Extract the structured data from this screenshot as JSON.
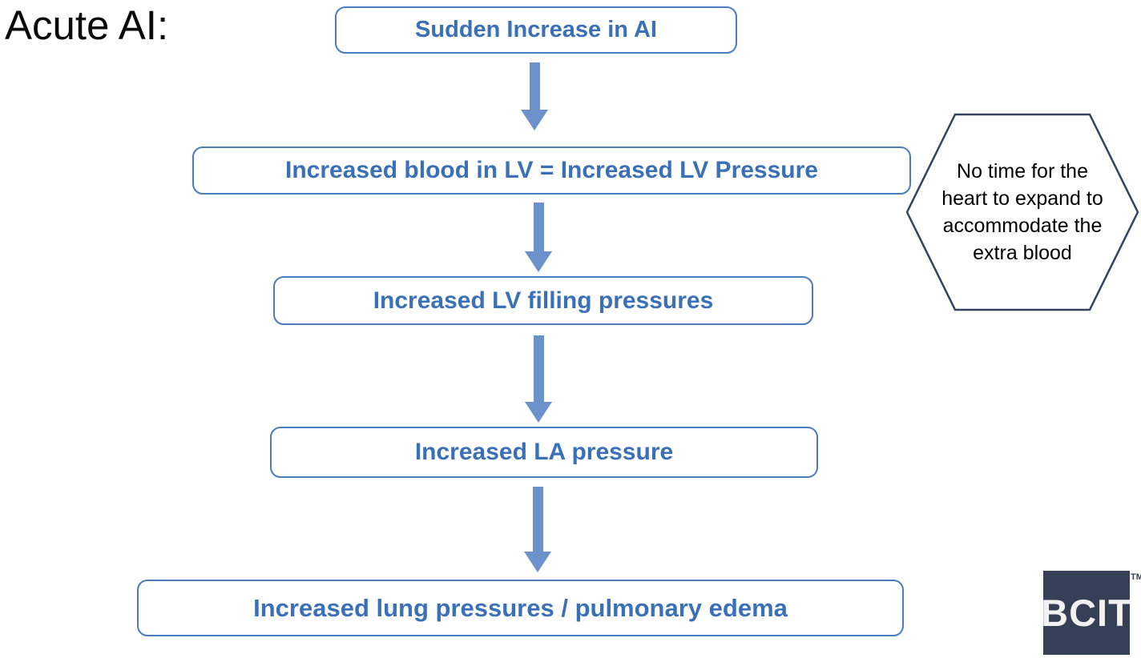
{
  "title": "Acute AI:",
  "flow": {
    "boxes": [
      {
        "label": "Sudden Increase in AI"
      },
      {
        "label": "Increased blood in LV = Increased LV Pressure"
      },
      {
        "label": "Increased LV filling pressures"
      },
      {
        "label": "Increased LA pressure"
      },
      {
        "label": "Increased lung pressures / pulmonary edema"
      }
    ]
  },
  "callout": {
    "lines": [
      "No time for the",
      "heart to expand to",
      "accommodate the",
      "extra blood"
    ]
  },
  "logo": {
    "text": "BCIT",
    "trademark": "TM"
  },
  "colors": {
    "box_border": "#4a7cbe",
    "box_text": "#3a70b8",
    "arrow": "#6c92cc",
    "hex_border": "#35445e",
    "logo_bg": "#353f55",
    "logo_text": "#f2f2f0"
  }
}
